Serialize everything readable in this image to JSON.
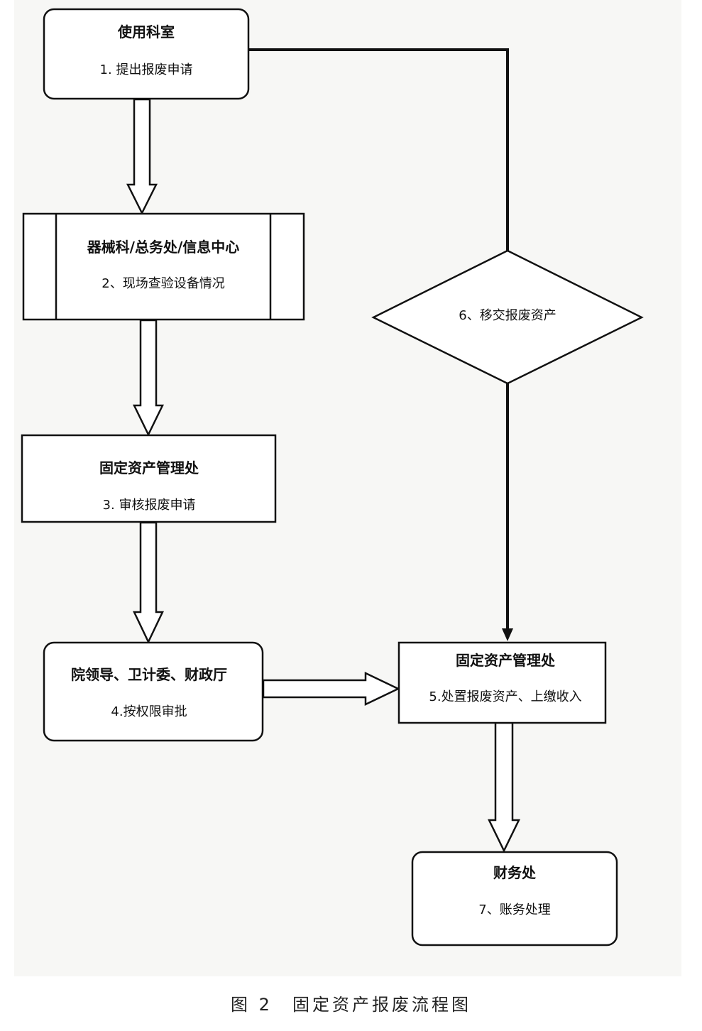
{
  "diagram": {
    "nodes": {
      "use_dept": {
        "title": "使用科室",
        "text": "1. 提出报废申请"
      },
      "equipment": {
        "title": "器械科/总务处/信息中心",
        "text": "2、现场查验设备情况"
      },
      "asset_mgmt_review": {
        "title": "固定资产管理处",
        "text": "3. 审核报废申请"
      },
      "leadership": {
        "title": "院领导、卫计委、财政厅",
        "text": "4.按权限审批"
      },
      "asset_mgmt_dispose": {
        "title": "固定资产管理处",
        "text": "5.处置报废资产、上缴收入"
      },
      "transfer": {
        "text": "6、移交报废资产"
      },
      "finance": {
        "title": "财务处",
        "text": "7、账务处理"
      }
    },
    "edges": [
      {
        "from": "use_dept",
        "to": "equipment",
        "style": "hollow-arrow"
      },
      {
        "from": "equipment",
        "to": "asset_mgmt_review",
        "style": "hollow-arrow"
      },
      {
        "from": "asset_mgmt_review",
        "to": "leadership",
        "style": "hollow-arrow"
      },
      {
        "from": "leadership",
        "to": "asset_mgmt_dispose",
        "style": "hollow-arrow"
      },
      {
        "from": "use_dept",
        "to": "transfer",
        "style": "line"
      },
      {
        "from": "transfer",
        "to": "asset_mgmt_dispose",
        "style": "line-arrow"
      },
      {
        "from": "asset_mgmt_dispose",
        "to": "finance",
        "style": "hollow-arrow"
      }
    ]
  },
  "caption": "图 2　固定资产报废流程图"
}
